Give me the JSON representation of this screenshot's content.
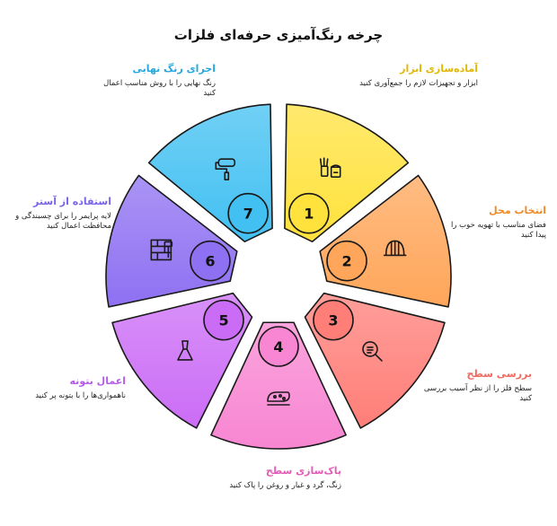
{
  "title": "چرخه رنگ‌آمیزی حرفه‌ای فلزات",
  "steps": [
    {
      "number": "1",
      "heading": "آماده‌سازی ابزار",
      "description": "ابزار و تجهیزات لازم را جمع‌آوری کنید",
      "color": "#FFE23C",
      "label_color": "#E2B800",
      "icon": "paint-tools-icon"
    },
    {
      "number": "2",
      "heading": "انتخاب محل",
      "description": "فضای مناسب با تهویه خوب را پیدا کنید",
      "color": "#FFA65A",
      "label_color": "#F08A2A",
      "icon": "helmet-icon"
    },
    {
      "number": "3",
      "heading": "بررسی سطح",
      "description": "سطح فلز را از نظر آسیب بررسی کنید",
      "color": "#FF7E78",
      "label_color": "#F26A5F",
      "icon": "magnifier-icon"
    },
    {
      "number": "4",
      "heading": "پاک‌سازی سطح",
      "description": "زنگ، گرد و غبار و روغن را پاک کنید",
      "color": "#F886D2",
      "label_color": "#E45CB8",
      "icon": "sponge-icon"
    },
    {
      "number": "5",
      "heading": "اعمال بتونه",
      "description": "ناهمواری‌ها را با بتونه پر کنید",
      "color": "#CB6CF6",
      "label_color": "#B45CE6",
      "icon": "putty-knife-icon"
    },
    {
      "number": "6",
      "heading": "استفاده از آستر",
      "description": "لایه پرایمر را برای چسبندگی و محافظت اعمال کنید",
      "color": "#8E70F2",
      "label_color": "#7A63E8",
      "icon": "roller-wall-icon"
    },
    {
      "number": "7",
      "heading": "اجرای رنگ نهایی",
      "description": "رنگ نهایی را با روش مناسب اعمال کنید",
      "color": "#42C0F2",
      "label_color": "#26A8DE",
      "icon": "paint-roller-icon"
    }
  ]
}
